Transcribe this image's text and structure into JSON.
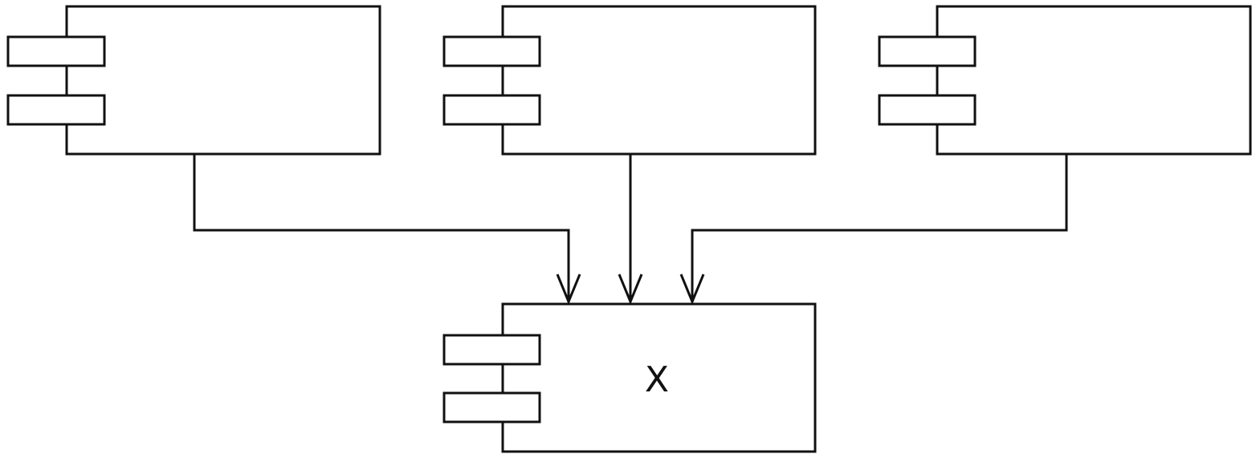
{
  "diagram": {
    "type": "uml-component-diagram",
    "components": [
      {
        "id": "top-left",
        "label": ""
      },
      {
        "id": "top-middle",
        "label": ""
      },
      {
        "id": "top-right",
        "label": ""
      },
      {
        "id": "bottom",
        "label": "X"
      }
    ],
    "edges": [
      {
        "from": "top-left",
        "to": "bottom",
        "arrow": "open"
      },
      {
        "from": "top-middle",
        "to": "bottom",
        "arrow": "open"
      },
      {
        "from": "top-right",
        "to": "bottom",
        "arrow": "open"
      }
    ],
    "colors": {
      "stroke": "#111111",
      "background": "#ffffff"
    }
  }
}
